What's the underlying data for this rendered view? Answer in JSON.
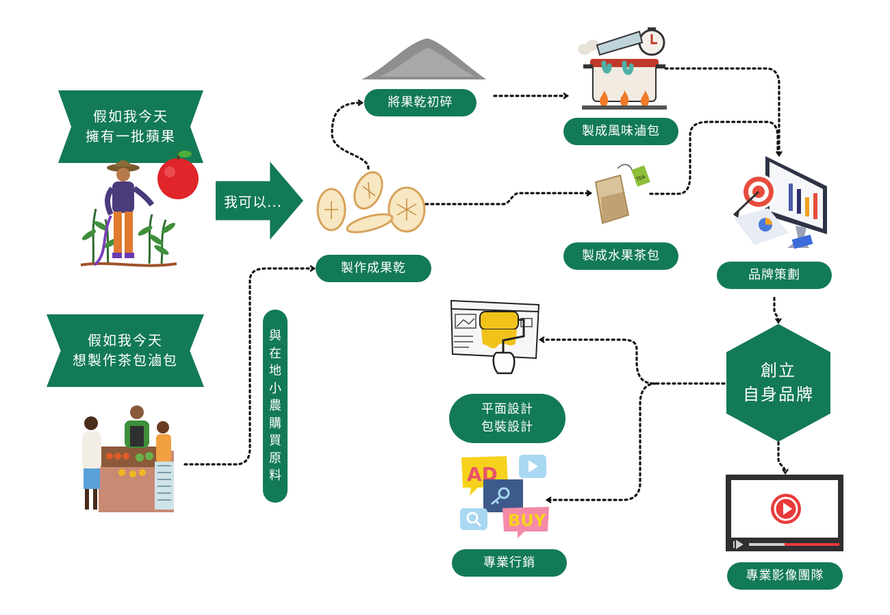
{
  "banners": {
    "apples_line1": "假如我今天",
    "apples_line2": "擁有一批蘋果",
    "tea_line1": "假如我今天",
    "tea_line2": "想製作茶包滷包"
  },
  "arrow_label": "我可以...",
  "steps": {
    "crush": "將果乾初碎",
    "braise_pack": "製成風味滷包",
    "fruit_tea": "製成水果茶包",
    "dried_fruit": "製作成果乾",
    "brand_planning": "品牌策劃",
    "graphic_design_line1": "平面設計",
    "graphic_design_line2": "包裝設計",
    "marketing": "專業行銷",
    "video_team": "專業影像團隊"
  },
  "hexagon": {
    "line1": "創立",
    "line2": "自身品牌"
  },
  "vertical_note": [
    "與",
    "在",
    "地",
    "小",
    "農",
    "購",
    "買",
    "原",
    "料"
  ],
  "illustration_text": {
    "ad": "AD",
    "buy": "BUY",
    "tea_tag": "TEA"
  },
  "colors": {
    "primary_green": "#137a56",
    "arrow_dots": "#111111"
  }
}
